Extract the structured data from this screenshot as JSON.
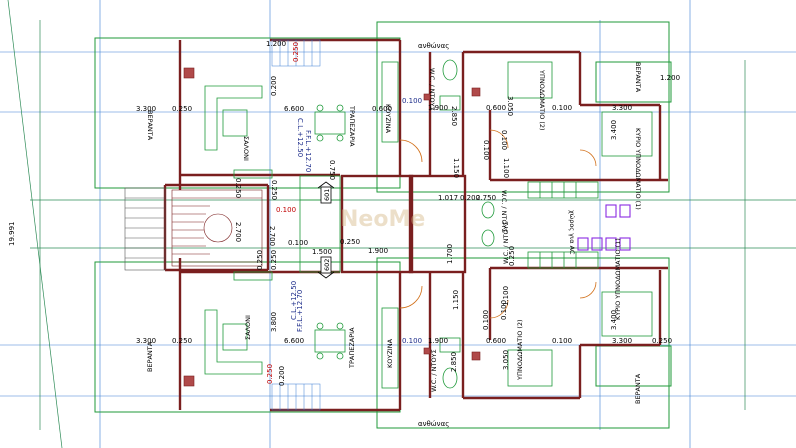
{
  "colors": {
    "wall": "#7a1f1f",
    "wallFill": "#b04a4a",
    "furniture": "#1f9a3a",
    "grid": "#3a7fd4",
    "guide": "#2e8b57",
    "accent": "#d2701a",
    "blue": "#1c2c8a",
    "red": "#c00000",
    "purple": "#8a2be2",
    "watermark": "#d6b98a"
  },
  "watermark": "NeoMe",
  "labels": {
    "anthonas_top": "ανθώνας",
    "anthonas_bottom": "ανθώνας",
    "wc_top": "W.C. / ΝΤΟΥΣ",
    "wc_bottom": "W.C. / ΝΤΟΥΣ",
    "bed2_top": "ΥΠΝΟΔΩΜΑΤΙΟ (2)",
    "bed2_bottom": "ΥΠΝΟΔΩΜΑΤΙΟ (2)",
    "bed1_top": "ΚΥΡΙΟ ΥΠΝΟΔΩΜΑΤΙΟ (1)",
    "bed1_bottom": "ΚΥΡΙΟ ΥΠΝΟΔΩΜΑΤΙΟ (1)",
    "veranda_tr": "ΒΕΡΑΝΤΑ",
    "veranda_br": "ΒΕΡΑΝΤΑ",
    "veranda_tl": "ΒΕΡΑΝΤΑ",
    "veranda_bl": "ΒΕΡΑΝΤΑ",
    "saloni_top": "ΣΑΛΟΝΙ",
    "saloni_bottom": "ΣΑΛΟΝΙ",
    "trapezaria_top": "ΤΡΑΠΕΖΑΡΙΑ",
    "trapezaria_bottom": "ΤΡΑΠΕΖΑΡΙΑ",
    "kouzina_top": "ΚΟΥΖΙΝΑ",
    "kouzina_bottom": "ΚΟΥΖΙΝΑ",
    "ffl_top": "F.F.L.+12.70",
    "cl_top": "C.L.+12.50",
    "ffl_bottom": "F.F.L.+12.70",
    "cl_bottom": "C.L.+12.50",
    "ac_space": "χώρος για AC",
    "wc_mid_top": "W.C. / ΝΤΟΥΣ",
    "wc_mid_bottom": "W.C. / ΝΤΟΥΣ",
    "unit_top": "601",
    "unit_bottom": "602",
    "side_dim": "19.991"
  },
  "dimensions": {
    "d3300_l_top": "3.300",
    "d0250_l_top": "0.250",
    "d6600_top": "6.600",
    "d0600_top": "0.600",
    "d0100_top": "0.100",
    "d1900_top": "1.900",
    "d0600b_top": "0.600",
    "d0100c_top": "0.100",
    "d1200_tl": "1.200",
    "d0250_tl2": "0.250",
    "d0200_tl": "0.200",
    "d2850_top": "2.850",
    "d3050_top": "3.050",
    "d3300_r_top": "3.300",
    "d1200_tr": "1.200",
    "d3400_top": "3.400",
    "d0750": "0.750",
    "d1150_top": "1.150",
    "d1100_top": "1.100",
    "d1017": "1.017",
    "d0200_mid": "0.200",
    "d2750": "2.750",
    "d0250_mid_l": "0.250",
    "d0250_mid_l2": "0.250",
    "d0100_mid": "0.100",
    "d2700_a": "2.700",
    "d2700_b": "2.700",
    "d0100_mid2": "0.100",
    "d1500": "1.500",
    "d0250_mid3": "0.250",
    "d1900_mid": "1.900",
    "d0250_mid4": "0.250",
    "d0250_mid5": "0.250",
    "d1700": "1.700",
    "d0250_mid6": "0.250",
    "d3800": "3.800",
    "d1150_bottom": "1.150",
    "d1100_bottom": "1.100",
    "d3400_bottom": "3.400",
    "d3300_l_bottom": "3.300",
    "d0250_l_bottom": "0.250",
    "d6600_bottom": "6.600",
    "d0100_bottom": "0.100",
    "d1900_bottom": "1.900",
    "d0600_bottom": "0.600",
    "d0100c_bottom": "0.100",
    "d3300_r_bottom": "3.300",
    "d0250_r_bottom": "0.250",
    "d2850_bottom": "2.850",
    "d3050_bottom": "3.050",
    "d0250_bl": "0.250",
    "d0200_bl": "0.200",
    "d0100_mid_r": "0.100",
    "d0100_mid_r2": "0.100",
    "d0100_mid_r3": "0.100",
    "d0100_mid_r4": "0.100"
  }
}
